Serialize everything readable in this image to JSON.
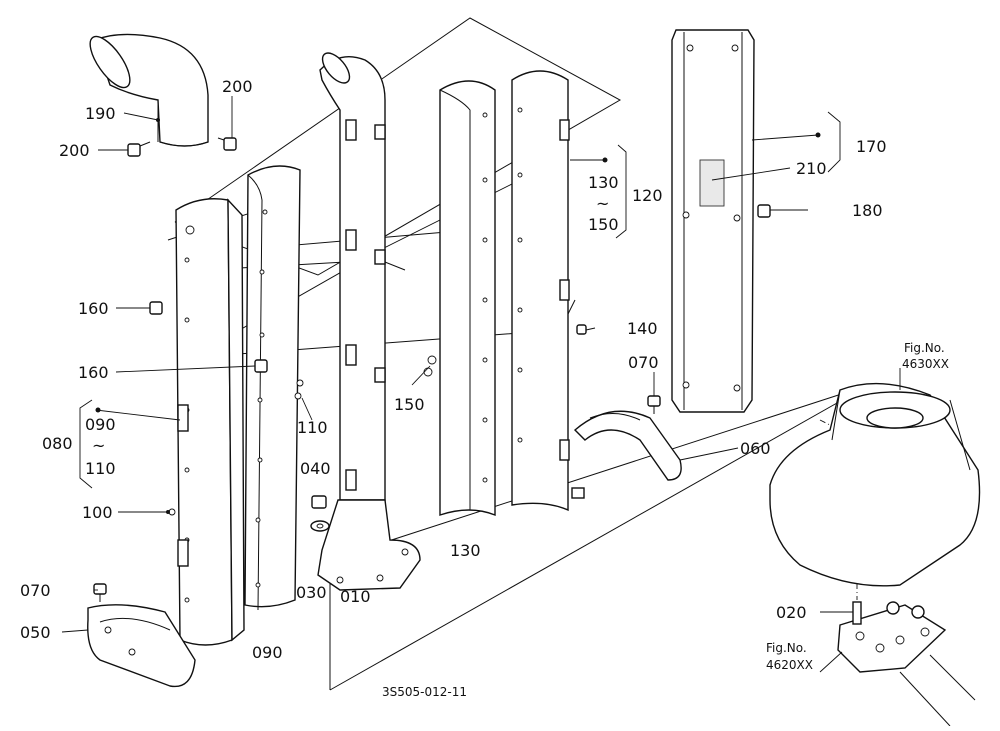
{
  "diagram": {
    "drawing_number": "3S505-012-11",
    "part_labels": {
      "p190": "190",
      "p200a": "200",
      "p200b": "200",
      "p160a": "160",
      "p160b": "160",
      "p080": "080",
      "p090a": "090",
      "p110a": "110",
      "p100": "100",
      "p110b": "110",
      "p070a": "070",
      "p050": "050",
      "p090b": "090",
      "p030": "030",
      "p040": "040",
      "p010": "010",
      "p130a": "130",
      "p150a": "150",
      "p120": "120",
      "p150b": "150",
      "p130b": "130",
      "p140": "140",
      "p070b": "070",
      "p060": "060",
      "p170": "170",
      "p210": "210",
      "p180": "180",
      "p020": "020"
    },
    "range_tilde_1": "~",
    "range_tilde_2": "~",
    "fig_refs": {
      "fig_a_title": "Fig.No.",
      "fig_a_number": "4630XX",
      "fig_b_title": "Fig.No.",
      "fig_b_number": "4620XX"
    }
  }
}
